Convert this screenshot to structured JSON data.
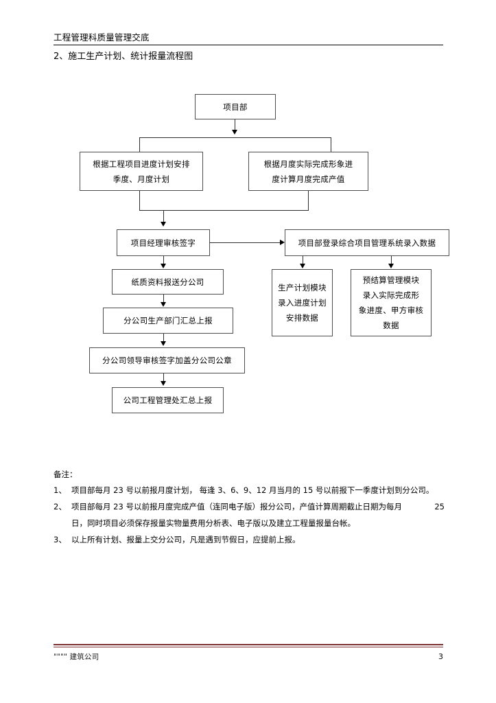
{
  "header": {
    "title": "工程管理科质量管理交底",
    "section_title": "2、施工生产计划、统计报量流程图"
  },
  "flow": {
    "nodes": [
      {
        "id": "n1",
        "lines": [
          "项目部"
        ]
      },
      {
        "id": "n2",
        "lines": [
          "根据工程项目进度计划安排",
          "季度、月度计划"
        ]
      },
      {
        "id": "n3",
        "lines": [
          "根据月度实际完成形象进",
          "度计算月度完成产值"
        ]
      },
      {
        "id": "n4",
        "lines": [
          "项目经理审核签字"
        ]
      },
      {
        "id": "n5",
        "lines": [
          "项目部登录综合项目管理系统录入数据"
        ]
      },
      {
        "id": "n6",
        "lines": [
          "纸质资料报送分公司"
        ]
      },
      {
        "id": "n7",
        "lines": [
          "生产计划模块",
          "录入进度计划",
          "安排数据"
        ]
      },
      {
        "id": "n8",
        "lines": [
          "预结算管理模块",
          "录入实际完成形",
          "象进度、甲方审核",
          "数据"
        ]
      },
      {
        "id": "n9",
        "lines": [
          "分公司生产部门汇总上报"
        ]
      },
      {
        "id": "n10",
        "lines": [
          "分公司领导审核签字加盖分公司公章"
        ]
      },
      {
        "id": "n11",
        "lines": [
          "公司工程管理处汇总上报"
        ]
      }
    ]
  },
  "notes": {
    "label": "备注：",
    "items": [
      {
        "num": "1、",
        "text": "项目部每月  23 号以前报月度计划， 每逢 3、6、9、12 月当月的  15 号以前报下一季度计划到分公司。",
        "tail": "",
        "cont": ""
      },
      {
        "num": "2、",
        "text": "项目部每月  23 号以前报月度完成产值（连同电子版）报分公司，产值计算周期截止日期为每月",
        "tail": "25",
        "cont": "日，同时项目必须保存报量实物量费用分析表、电子版以及建立工程量报量台帐。"
      },
      {
        "num": "3、",
        "text": "以上所有计划、报量上交分公司，凡是遇到节假日，应提前上报。",
        "tail": "",
        "cont": ""
      }
    ]
  },
  "footer": {
    "company": "\"\"\"\" 建筑公司",
    "page": "3",
    "rule_color": "#7b2c2c"
  }
}
